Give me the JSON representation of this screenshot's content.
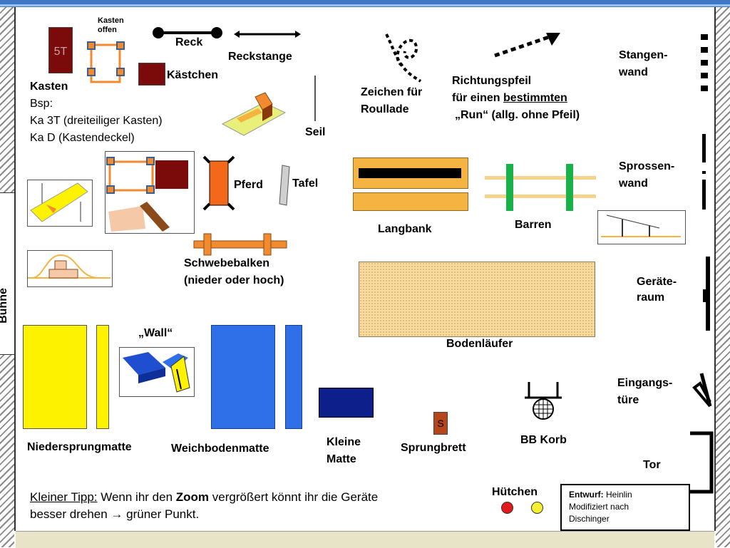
{
  "labels": {
    "kasten_offen": "Kasten\noffen",
    "reck": "Reck",
    "reckstange": "Reckstange",
    "kaestchen": "Kästchen",
    "kasten": "Kasten",
    "kasten_bsp": "Bsp:",
    "kasten_3t": "Ka 3T (dreiteiliger Kasten)",
    "kasten_d": "Ka D (Kastendeckel)",
    "kasten_mark": "5T",
    "seil": "Seil",
    "zeichen_roullade_1": "Zeichen für",
    "zeichen_roullade_2": "Roullade",
    "richtung_1": "Richtungspfeil",
    "richtung_2a": "für einen ",
    "richtung_2b": "bestimmten",
    "richtung_3": "„Run“ (allg. ohne Pfeil)",
    "stangenwand_1": "Stangen-",
    "stangenwand_2": "wand",
    "pferd": "Pferd",
    "tafel": "Tafel",
    "langbank": "Langbank",
    "barren": "Barren",
    "sprossenwand_1": "Sprossen-",
    "sprossenwand_2": "wand",
    "schwebebalken_1": "Schwebebalken",
    "schwebebalken_2": "(nieder oder hoch)",
    "geraeteraum_1": "Geräte-",
    "geraeteraum_2": "raum",
    "buehne": "Bühne",
    "wall": "„Wall“",
    "bodenlaeufer": "Bodenläufer",
    "eingangstuere_1": "Eingangs-",
    "eingangstuere_2": "türe",
    "niedersprungmatte": "Niedersprungmatte",
    "weichbodenmatte": "Weichbodenmatte",
    "kleine_matte_1": "Kleine",
    "kleine_matte_2": "Matte",
    "sprungbrett": "Sprungbrett",
    "sprungbrett_mark": "S",
    "bb_korb": "BB Korb",
    "tor": "Tor",
    "huetchen": "Hütchen"
  },
  "tip": {
    "prefix": "Kleiner Tipp:",
    "part1": " Wenn ihr den ",
    "zoom": "Zoom",
    "part2": " vergrößert könnt ihr die Geräte",
    "line2": "besser drehen ",
    "arrow": "→",
    "line2_end": " grüner Punkt."
  },
  "credit": {
    "entwurf_label": "Entwurf:",
    "entwurf_name": " Heinlin",
    "line2": "Modifiziert nach",
    "line3": "Dischinger"
  },
  "colors": {
    "kasten_red": "#7b0a0a",
    "orange": "#f28a30",
    "yellow": "#fdf200",
    "blue": "#2f6fe8",
    "navy": "#0c1f8a",
    "green": "#19b24a",
    "cone_red": "#e31a1a",
    "cone_yellow": "#f5f032",
    "bench_fill": "#f5b342"
  }
}
